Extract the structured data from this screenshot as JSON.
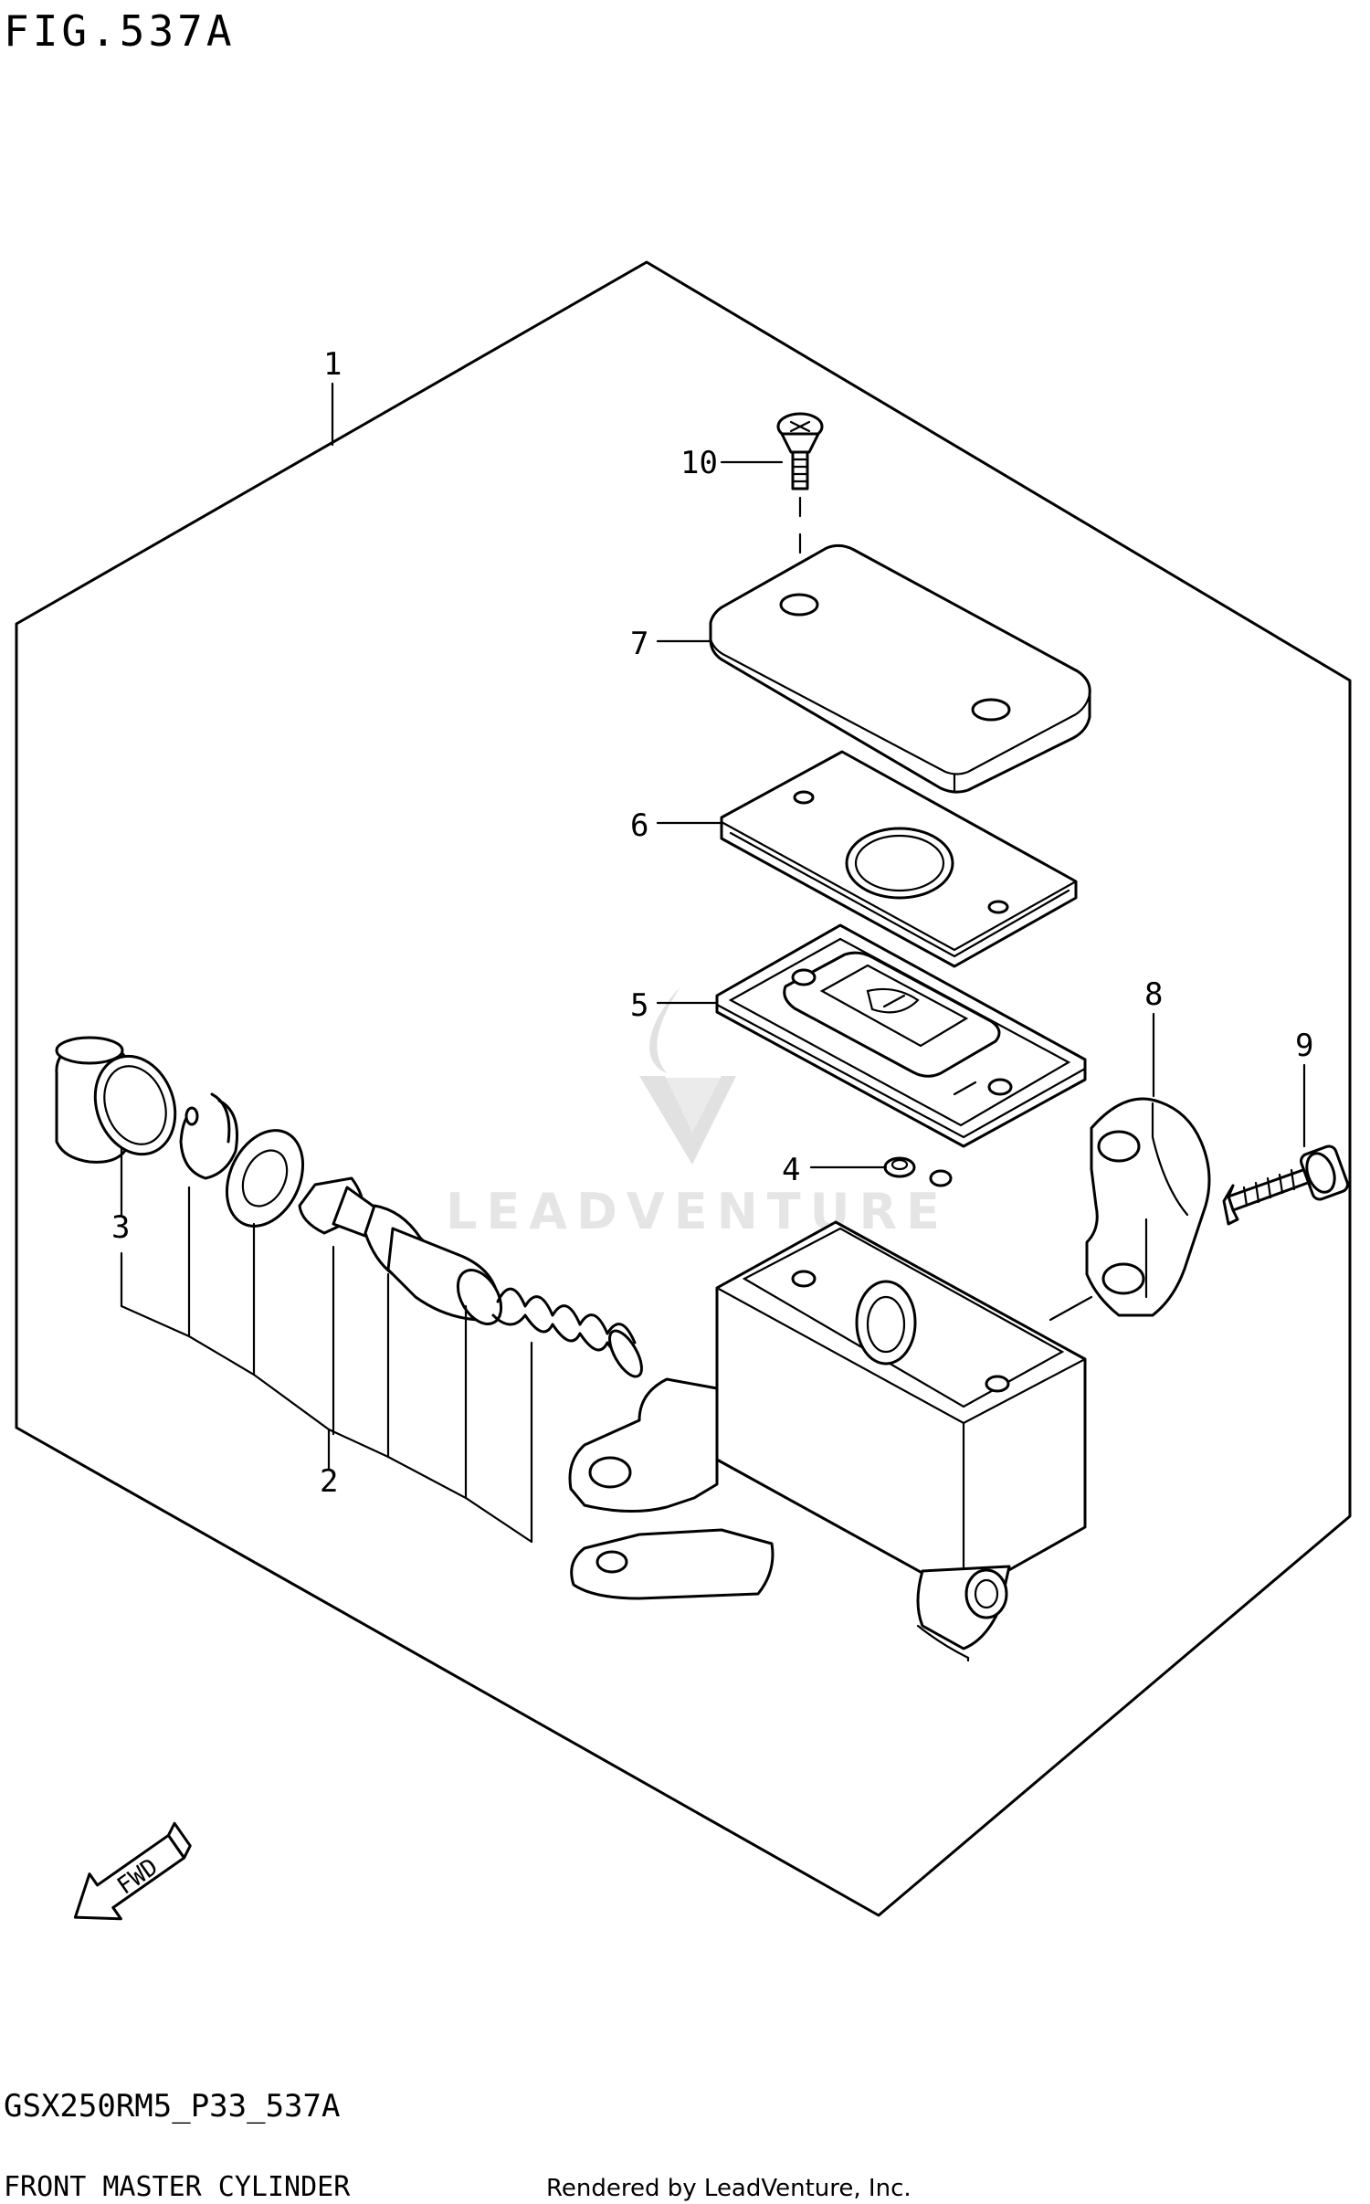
{
  "figure": {
    "title": "FIG.537A",
    "model_code": "GSX250RM5_P33_537A",
    "caption": "FRONT MASTER CYLINDER",
    "credit": "Rendered by LeadVenture, Inc.",
    "watermark": "LEADVENTURE",
    "fwd_label": "FWD"
  },
  "callouts": [
    {
      "id": "1",
      "part": "master-cylinder-assy"
    },
    {
      "id": "2",
      "part": "piston-set"
    },
    {
      "id": "3",
      "part": "boot"
    },
    {
      "id": "4",
      "part": "float"
    },
    {
      "id": "5",
      "part": "plate"
    },
    {
      "id": "6",
      "part": "diaphragm"
    },
    {
      "id": "7",
      "part": "cap"
    },
    {
      "id": "8",
      "part": "holder"
    },
    {
      "id": "9",
      "part": "bolt"
    },
    {
      "id": "10",
      "part": "screw"
    }
  ]
}
